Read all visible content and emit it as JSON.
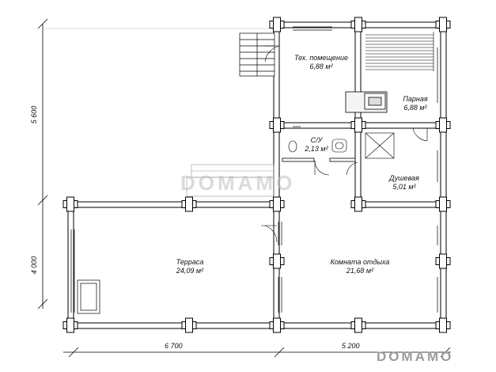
{
  "rooms": [
    {
      "id": "tech",
      "name": "Тех. помещение",
      "area": "6,88 м²"
    },
    {
      "id": "steam",
      "name": "Парная",
      "area": "6,88 м²"
    },
    {
      "id": "wc",
      "name": "С/У",
      "area": "2,13 м²"
    },
    {
      "id": "shower",
      "name": "Душевая",
      "area": "5,01 м²"
    },
    {
      "id": "terrace",
      "name": "Терраса",
      "area": "24,09 м²"
    },
    {
      "id": "rest",
      "name": "Комната отдыха",
      "area": "21,68 м²"
    }
  ],
  "dimensions": {
    "bottom_left": "6 700",
    "bottom_right": "5 200",
    "left_top": "5 600",
    "left_bottom": "4 000"
  },
  "watermark": "DOMAMO"
}
